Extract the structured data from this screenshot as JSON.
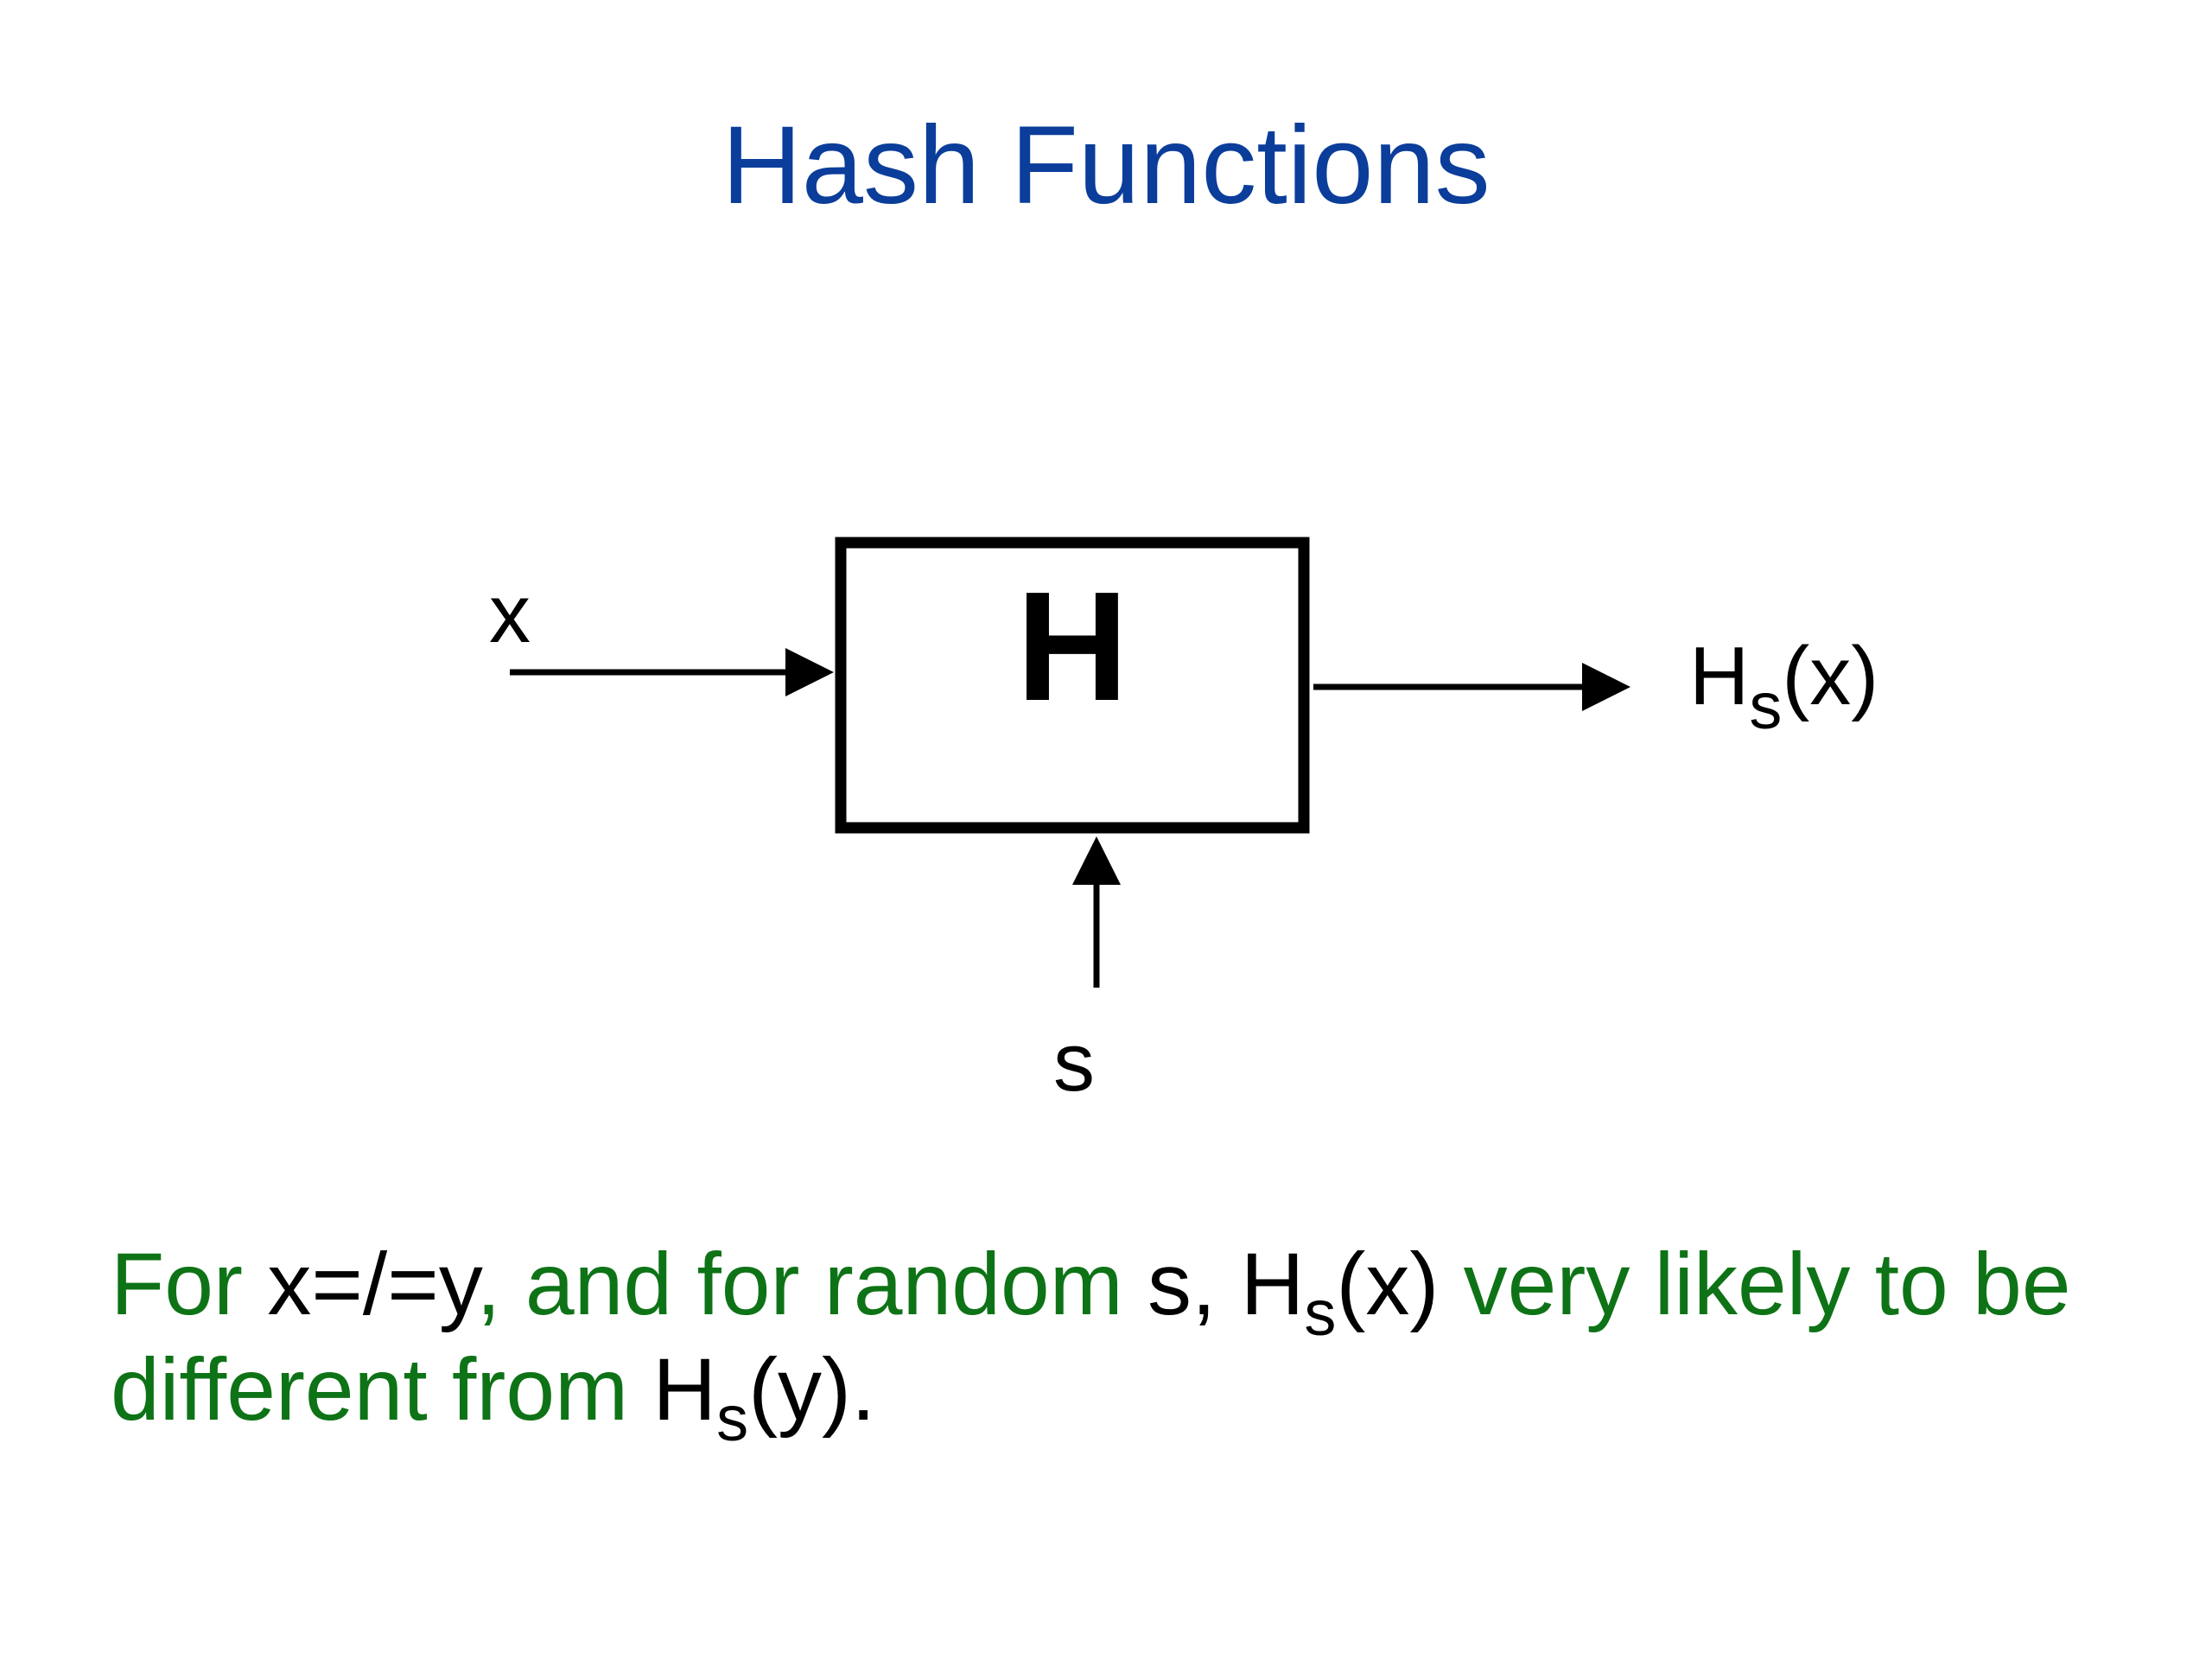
{
  "slide": {
    "title": "Hash Functions",
    "colors": {
      "title": "#0b3d9a",
      "green_text": "#0e7316",
      "math_text": "#000000"
    }
  },
  "diagram": {
    "box_label": "H",
    "input_label": "x",
    "seed_label": "s",
    "output_label": {
      "base": "H",
      "subscript": "s",
      "arg": "(x)"
    }
  },
  "caption": {
    "part1": "For ",
    "part2": "x=/=y",
    "part3": ", and for random ",
    "part4": "s, H",
    "part5": "s",
    "part6": "(x)",
    "part7": " very likely to be different from ",
    "part8": "H",
    "part9": "s",
    "part10": "(y)."
  }
}
